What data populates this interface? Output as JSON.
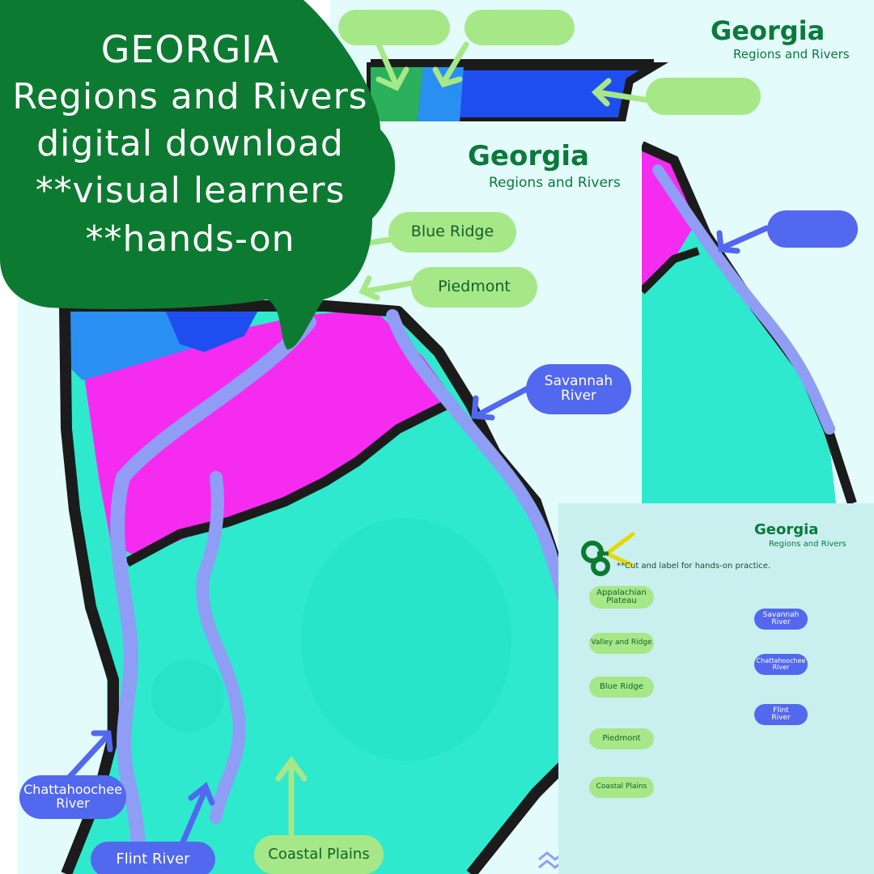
{
  "promo": {
    "lines": [
      "GEORGIA",
      "Regions and Rivers",
      "digital download",
      "**visual learners",
      "**hands-on"
    ]
  },
  "main_map": {
    "labels": {
      "blue_ridge": "Blue Ridge",
      "piedmont": "Piedmont",
      "savannah_river": "Savannah\nRiver",
      "chattahoochee_river": "Chattahoochee\nRiver",
      "flint_river": "Flint River",
      "coastal_plains": "Coastal Plains"
    },
    "title": "Georgia",
    "subtitle": "Regions and Rivers"
  },
  "blank_map": {
    "title": "Georgia",
    "subtitle": "Regions and Rivers"
  },
  "cutout_sheet": {
    "title": "Georgia",
    "subtitle": "Regions and Rivers",
    "instruction": "**Cut and label for hands-on practice.",
    "region_labels": [
      "Appalachian\nPlateau",
      "Valley and Ridge",
      "Blue Ridge",
      "Piedmont",
      "Coastal Plains"
    ],
    "river_labels": [
      "Savannah\nRiver",
      "Chattahoochee\nRiver",
      "Flint\nRiver"
    ]
  },
  "colors": {
    "promo_green": "#0d7a31",
    "magenta": "#f52bf0",
    "teal": "#2ee9cd",
    "river": "#8f9df5",
    "blue_ridge_blue": "#1f4ef0",
    "valley_blue": "#2a8ff2",
    "plateau_green": "#2bb05c",
    "outline": "#1b1b1b",
    "label_green": "#a6e887",
    "label_blue": "#5268ee"
  },
  "icons": [
    "scissors-icon",
    "wave-icon"
  ]
}
